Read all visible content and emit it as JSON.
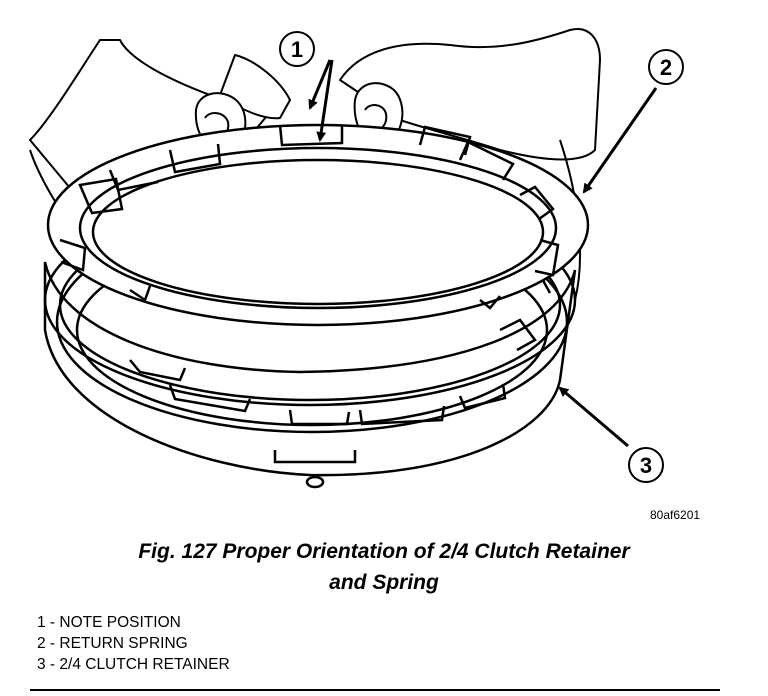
{
  "callouts": [
    {
      "number": "1"
    },
    {
      "number": "2"
    },
    {
      "number": "3"
    }
  ],
  "figure_id": "80af6201",
  "caption": {
    "line1": "Fig. 127 Proper Orientation of 2/4 Clutch Retainer",
    "line2": "and Spring"
  },
  "legend": [
    {
      "text": "1 - NOTE POSITION"
    },
    {
      "text": "2 - RETURN SPRING"
    },
    {
      "text": "3 - 2/4 CLUTCH RETAINER"
    }
  ]
}
